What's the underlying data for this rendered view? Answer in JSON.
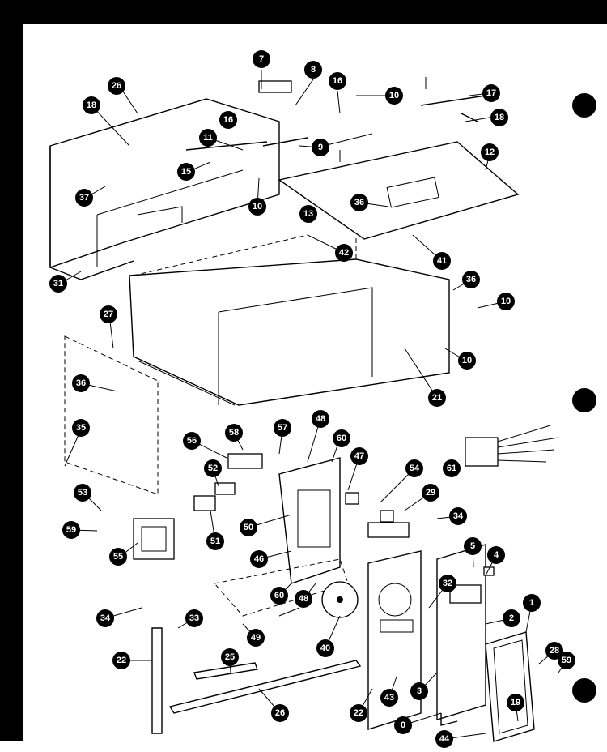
{
  "diagram": {
    "callouts": [
      "7",
      "8",
      "16",
      "10",
      "17",
      "26",
      "18",
      "16",
      "11",
      "9",
      "18",
      "12",
      "15",
      "37",
      "10",
      "36",
      "13",
      "42",
      "41",
      "31",
      "36",
      "10",
      "10",
      "27",
      "21",
      "36",
      "35",
      "56",
      "58",
      "57",
      "48",
      "60",
      "47",
      "54",
      "61",
      "52",
      "29",
      "53",
      "51",
      "50",
      "34",
      "59",
      "55",
      "5",
      "4",
      "46",
      "48",
      "60",
      "32",
      "2",
      "1",
      "34",
      "33",
      "49",
      "40",
      "28",
      "25",
      "22",
      "26",
      "22",
      "43",
      "3",
      "59",
      "19",
      "0",
      "44"
    ]
  }
}
